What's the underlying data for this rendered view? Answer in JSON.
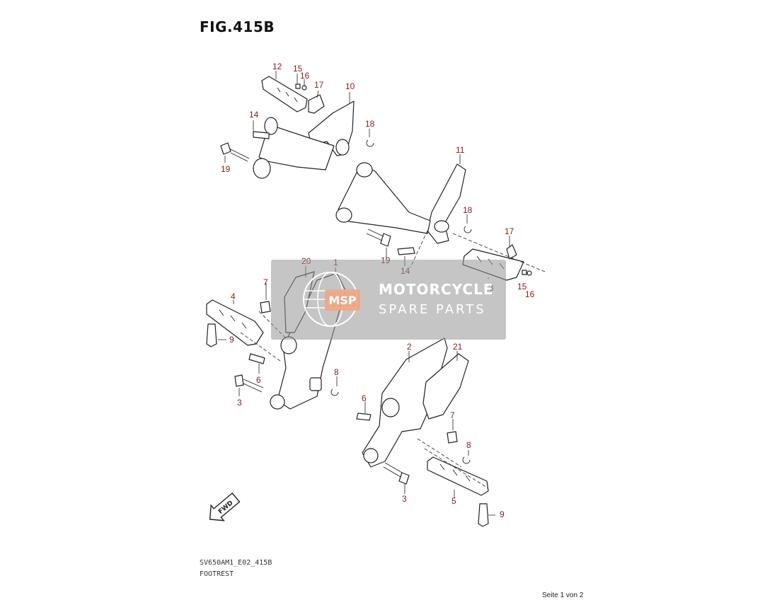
{
  "figure": {
    "title": "FIG.415B",
    "code": "SV650AM1_E02_415B",
    "name": "FOOTREST",
    "page_label": "Seite 1 von 2"
  },
  "fwd_label": "FWD",
  "watermark": {
    "line1": "MOTORCYCLE",
    "line2": "SPARE PARTS",
    "logo_text": "MSP"
  },
  "callouts": [
    "12",
    "15",
    "16",
    "17",
    "10",
    "14",
    "18",
    "19",
    "11",
    "18",
    "17",
    "19",
    "14",
    "13",
    "15",
    "16",
    "20",
    "1",
    "7",
    "4",
    "9",
    "6",
    "3",
    "8",
    "2",
    "21",
    "6",
    "7",
    "8",
    "3",
    "5",
    "9"
  ]
}
